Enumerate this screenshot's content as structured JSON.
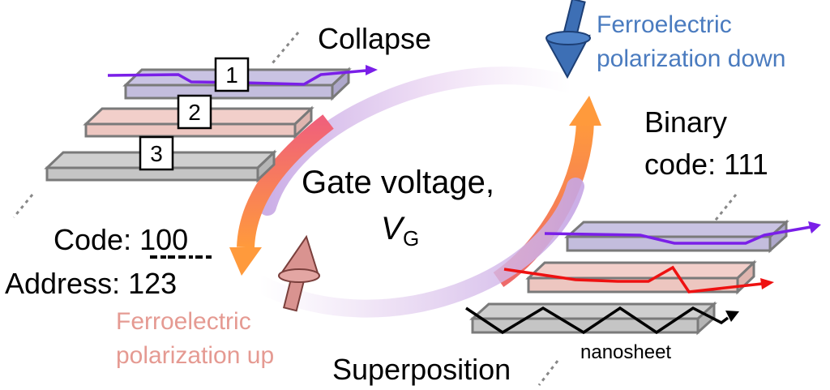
{
  "labels": {
    "collapse": "Collapse",
    "superposition": "Superposition",
    "ferro_down_1": "Ferroelectric",
    "ferro_down_2": "polarization down",
    "ferro_up_1": "Ferroelectric",
    "ferro_up_2": "polarization up",
    "binary_1": "Binary",
    "binary_2": "code: 111",
    "gate_1": "Gate voltage,",
    "gate_v": "V",
    "gate_sub": "G",
    "code_prefix": "Code: ",
    "code_value": "100",
    "address": "Address: 123",
    "nanosheet": "nanosheet"
  },
  "layer_numbers": [
    "1",
    "2",
    "3"
  ],
  "colors": {
    "layer_top": "#c9c3e3",
    "layer_mid": "#f2cfca",
    "layer_bot": "#cfcfcf",
    "layer_edge": "#7a7a7a",
    "purple_line": "#7a1fe8",
    "red_line": "#ee1111",
    "black_line": "#000000",
    "down_text": "#4a7bbf",
    "up_text": "#e59a92",
    "down_arrow": "#3d6fb5",
    "up_arrow": "#d99390",
    "cycle_purple": "#b08fd6",
    "cycle_orange": "#ff9a3c",
    "cycle_pink": "#f07080"
  }
}
